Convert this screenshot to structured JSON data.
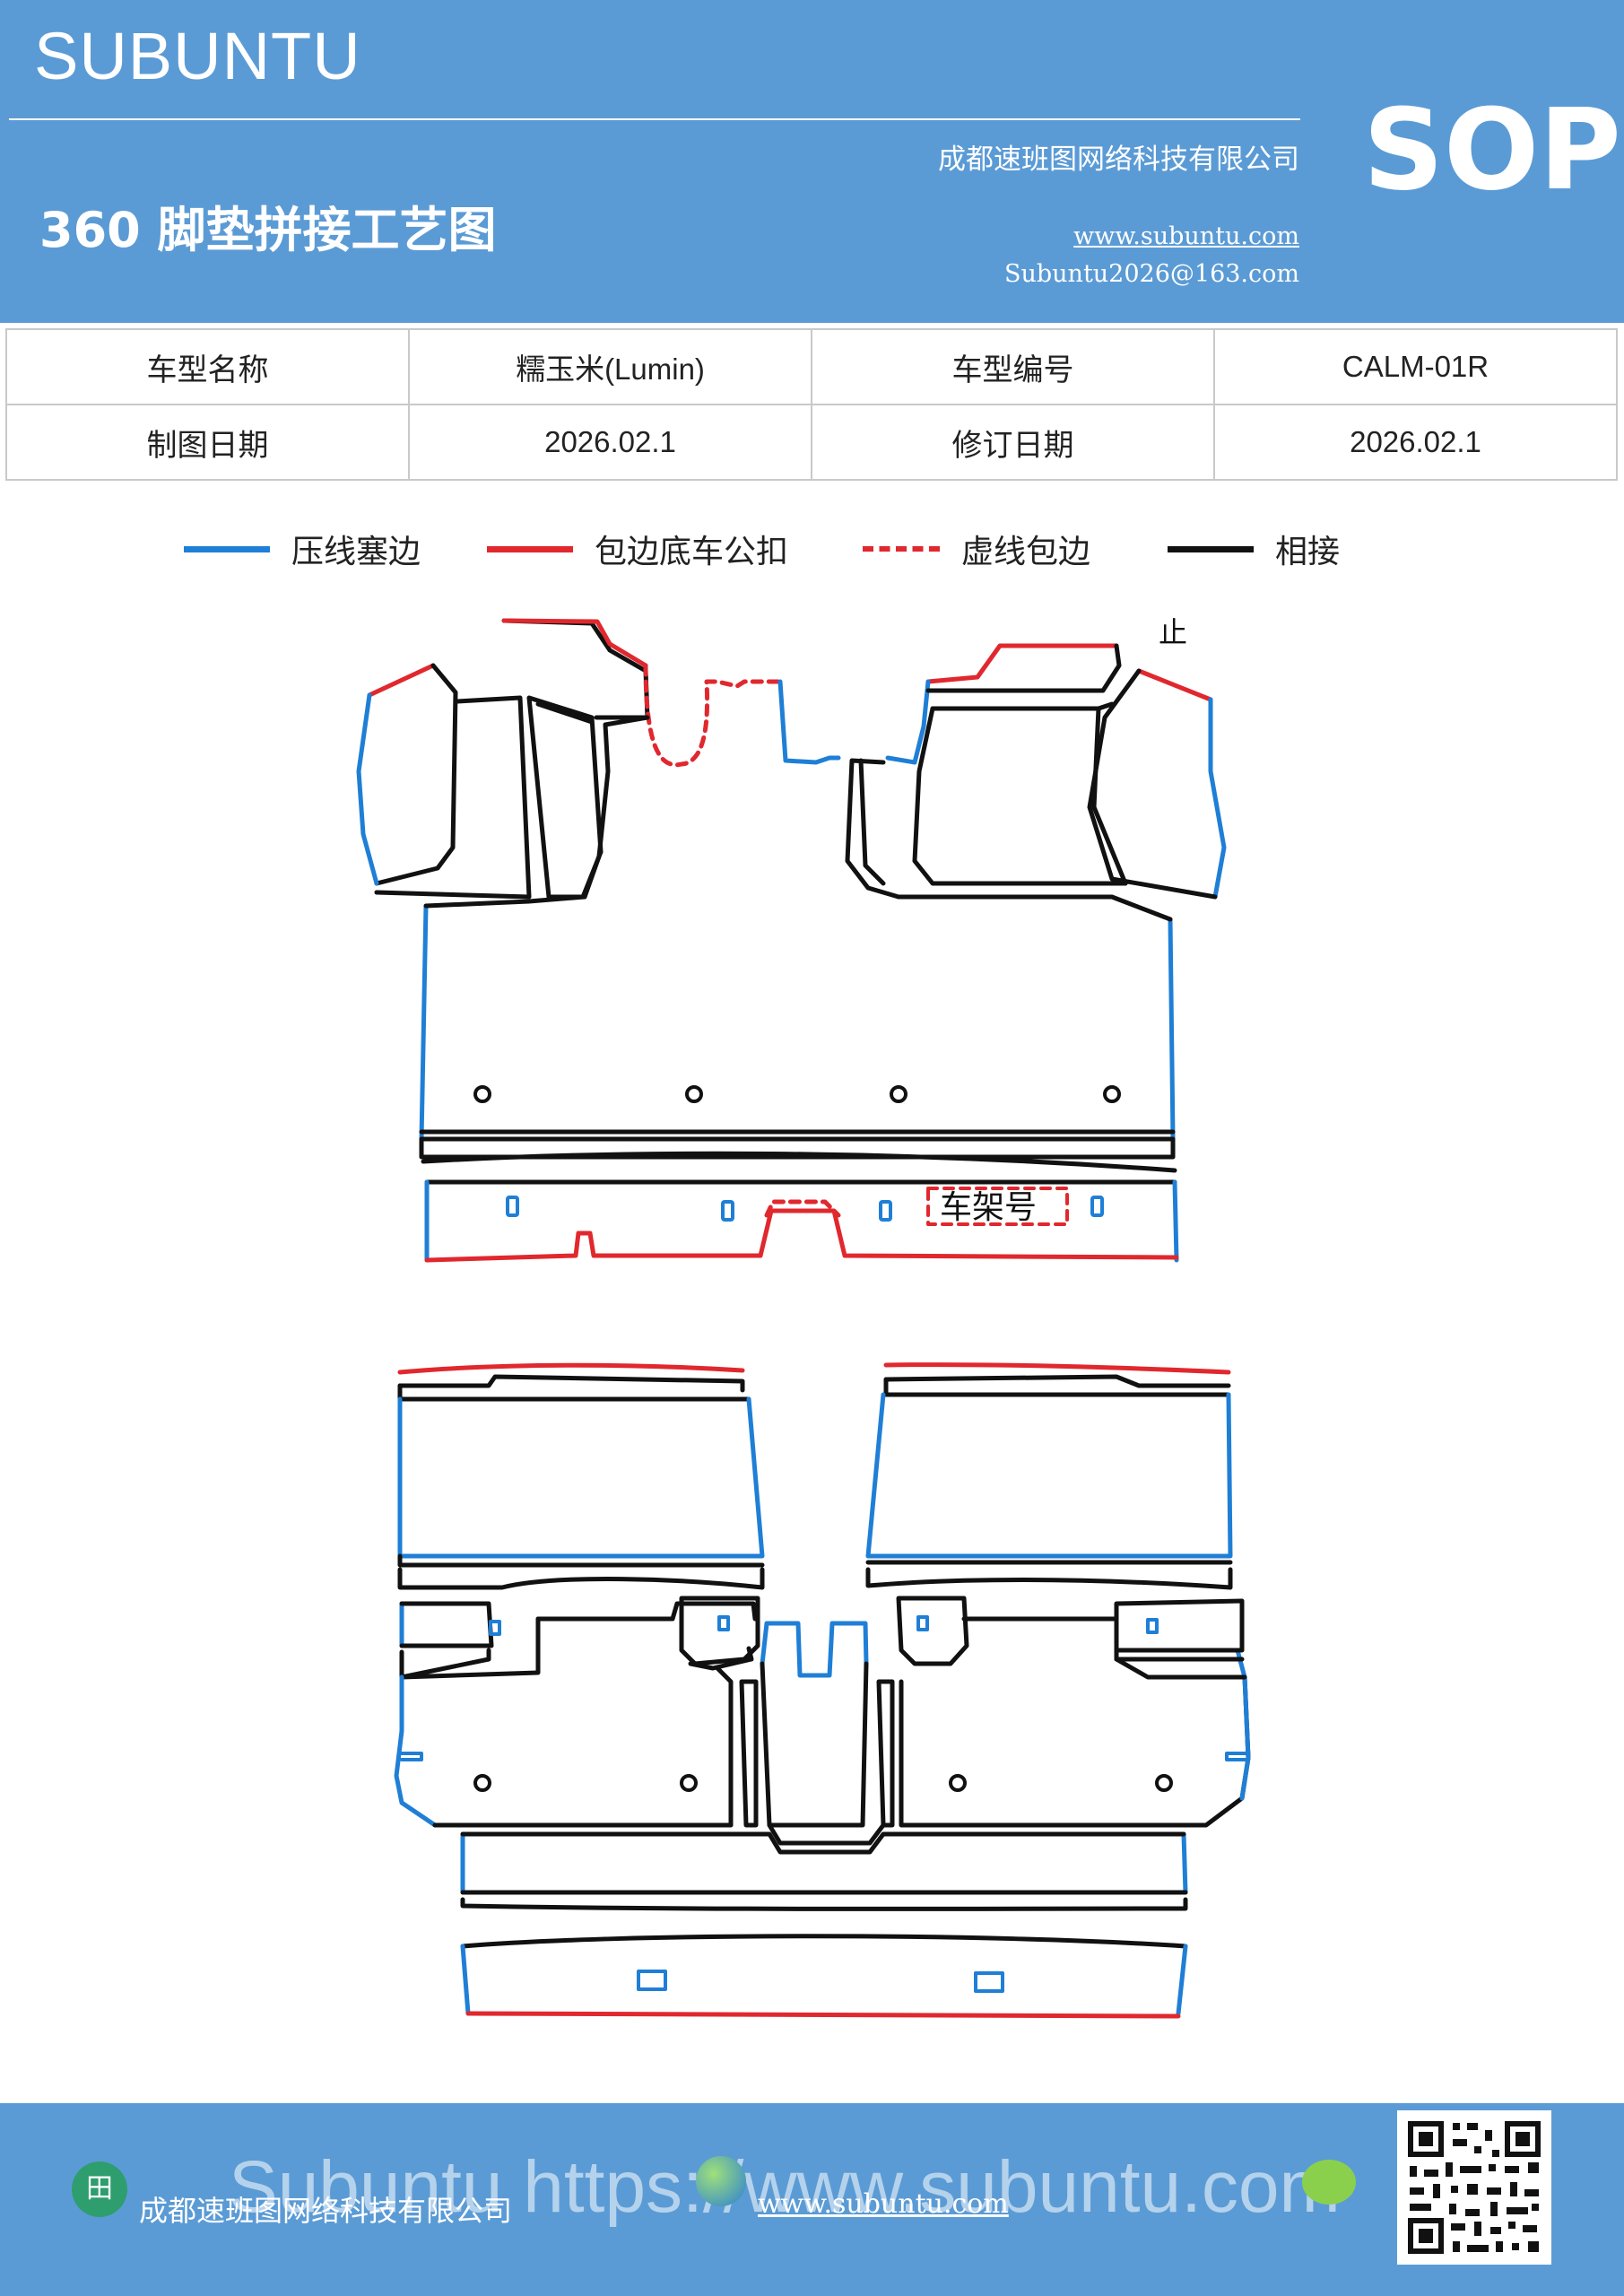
{
  "header": {
    "brand": "SUBUNTU",
    "badge": "SOP",
    "title": "360 脚垫拼接工艺图",
    "company": "成都速班图网络科技有限公司",
    "website": "www.subuntu.com",
    "email": "Subuntu2026@163.com"
  },
  "info_table": {
    "rows": [
      [
        "车型名称",
        "糯玉米(Lumin)",
        "车型编号",
        "CALM-01R"
      ],
      [
        "制图日期",
        "2026.02.1",
        "修订日期",
        "2026.02.1"
      ]
    ]
  },
  "legend": [
    {
      "label": "压线塞边",
      "color": "#1f7fd6",
      "style": "solid"
    },
    {
      "label": "包边底车公扣",
      "color": "#e0282e",
      "style": "solid"
    },
    {
      "label": "虚线包边",
      "color": "#e0282e",
      "style": "dashed"
    },
    {
      "label": "相接",
      "color": "#111111",
      "style": "solid"
    }
  ],
  "drawing": {
    "marker_stop": "止",
    "marker_vin": "车架号"
  },
  "footer": {
    "company": "成都速班图网络科技有限公司",
    "url": "www.subuntu.com",
    "watermark": "Subuntu https://www.subuntu.com",
    "icon_label": "田",
    "qr_label": "QR"
  },
  "colors": {
    "header_bg": "#5b9bd5",
    "blue_line": "#1f7fd6",
    "red_line": "#e0282e",
    "black_line": "#111111"
  }
}
